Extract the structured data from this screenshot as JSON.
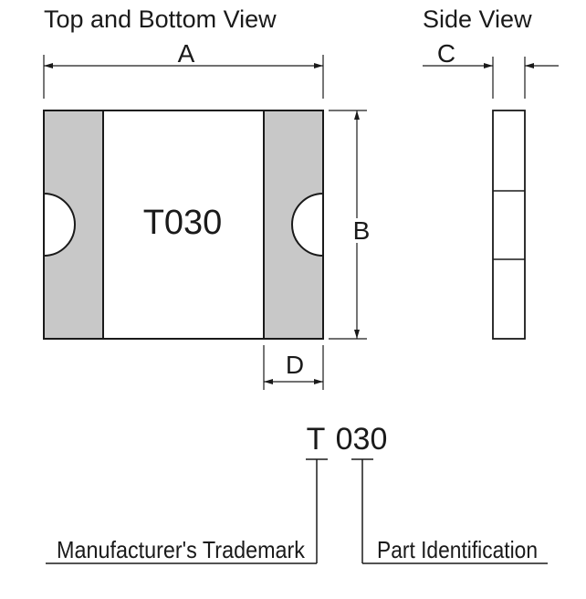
{
  "views": {
    "top_bottom_title": "Top and Bottom View",
    "side_title": "Side View"
  },
  "dimensions": {
    "a": "A",
    "b": "B",
    "c": "C",
    "d": "D"
  },
  "component": {
    "marking": "T030"
  },
  "marking_legend": {
    "code_prefix": "T",
    "code_part": "030",
    "manufacturer_label": "Manufacturer's Trademark",
    "part_label": "Part Identification"
  },
  "colors": {
    "terminal_fill": "#c8c8c8",
    "line": "#1a1a1a",
    "background": "#ffffff"
  }
}
